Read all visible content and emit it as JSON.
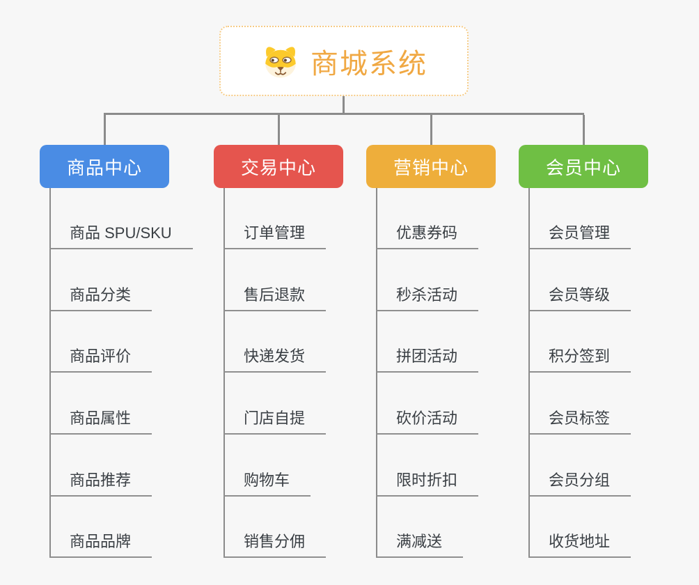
{
  "root": {
    "title": "商城系统",
    "icon": "dog-icon"
  },
  "colors": {
    "background": "#f7f7f7",
    "connector_line": "#8b8b8b",
    "root_text": "#f0a843",
    "root_border": "#f6cb85",
    "sub_item_text": "#3a3f44",
    "branch_blue": "#4a8ce4",
    "branch_red": "#e5554e",
    "branch_orange": "#eeae3b",
    "branch_green": "#6fbf44"
  },
  "branches": [
    {
      "label": "商品中心",
      "color": "#4a8ce4",
      "children": [
        "商品 SPU/SKU",
        "商品分类",
        "商品评价",
        "商品属性",
        "商品推荐",
        "商品品牌"
      ]
    },
    {
      "label": "交易中心",
      "color": "#e5554e",
      "children": [
        "订单管理",
        "售后退款",
        "快递发货",
        "门店自提",
        "购物车",
        "销售分佣"
      ]
    },
    {
      "label": "营销中心",
      "color": "#eeae3b",
      "children": [
        "优惠券码",
        "秒杀活动",
        "拼团活动",
        "砍价活动",
        "限时折扣",
        "满减送"
      ]
    },
    {
      "label": "会员中心",
      "color": "#6fbf44",
      "children": [
        "会员管理",
        "会员等级",
        "积分签到",
        "会员标签",
        "会员分组",
        "收货地址"
      ]
    }
  ]
}
